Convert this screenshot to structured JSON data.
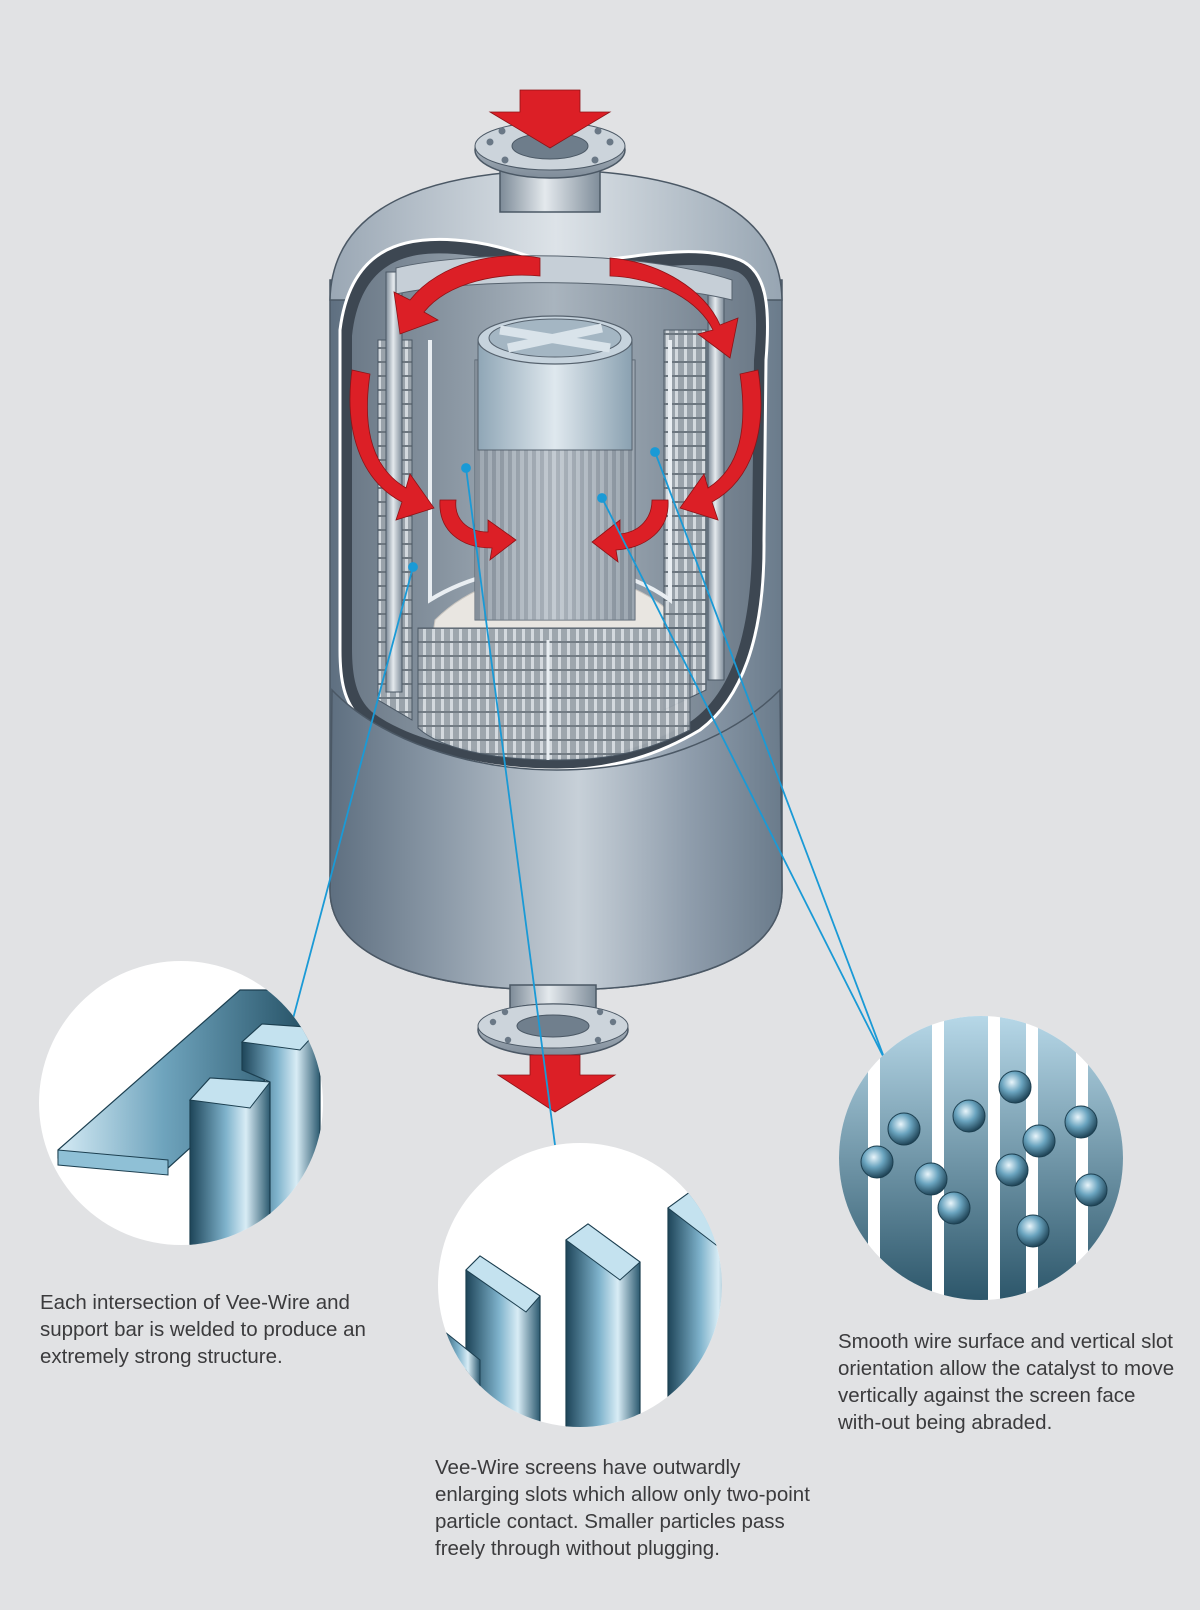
{
  "callouts": [
    {
      "id": "weld",
      "text": "Each intersection of Vee-Wire and support bar is welded to produce an extremely strong structure."
    },
    {
      "id": "smooth",
      "text": "Smooth wire surface and vertical slot orientation allow the catalyst to move vertically against the screen face with-out being abraded."
    },
    {
      "id": "slots",
      "text": "Vee-Wire screens have outwardly enlarging slots which allow only two-point particle contact. Smaller particles pass freely through without plugging."
    }
  ],
  "colors": {
    "background": "#e1e2e4",
    "flow_arrow": "#dc1f26",
    "leader_line": "#1a9ad6",
    "vessel_steel": "#8b98a6",
    "wire_blue": "#5f8fa8",
    "caption_text": "#3b3b3d"
  },
  "icons": {
    "inlet": "down-arrow-icon",
    "outlet": "down-arrow-icon",
    "flow": "curved-arrow-icon"
  }
}
